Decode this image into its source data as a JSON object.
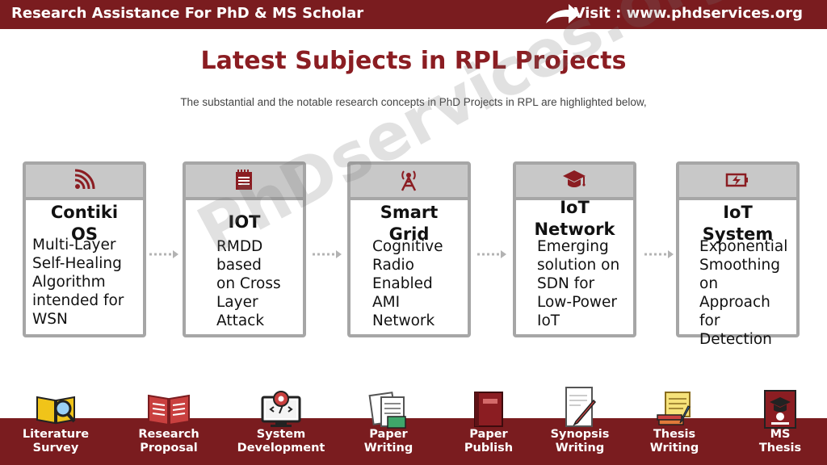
{
  "header": {
    "brand": "Research Assistance For PhD & MS Scholar",
    "visit": "Visit : www.phdservices.org"
  },
  "main": {
    "title": "Latest Subjects in RPL Projects",
    "subtitle": "The substantial and the notable research concepts in PhD Projects in RPL are highlighted below,"
  },
  "cards": [
    {
      "title_line1": "Contiki",
      "title_line2": "OS",
      "icon": "wifi-signal-icon",
      "desc": [
        "Multi-Layer",
        "Self-Healing",
        "Algorithm",
        "intended for",
        "WSN"
      ]
    },
    {
      "title_line1": "IOT",
      "title_line2": "",
      "icon": "notepad-icon",
      "desc": [
        "RMDD",
        "based",
        "on Cross",
        "Layer",
        "Attack"
      ]
    },
    {
      "title_line1": "Smart",
      "title_line2": "Grid",
      "icon": "radio-tower-icon",
      "desc": [
        "Cognitive",
        "Radio",
        "Enabled",
        "AMI",
        "Network"
      ]
    },
    {
      "title_line1": "IoT",
      "title_line2": "Network",
      "icon": "graduation-cap-icon",
      "desc": [
        "Emerging",
        "solution on",
        "SDN for",
        "Low-Power",
        "IoT"
      ]
    },
    {
      "title_line1": "IoT",
      "title_line2": "System",
      "icon": "battery-charging-icon",
      "desc": [
        "Exponential",
        "Smoothing",
        "on",
        "Approach",
        "for",
        "Detection"
      ]
    }
  ],
  "watermark": "PhDservices.org",
  "bottom_nav": [
    {
      "line1": "Literature",
      "line2": "Survey",
      "icon": "literature-survey-icon"
    },
    {
      "line1": "Research",
      "line2": "Proposal",
      "icon": "research-proposal-icon"
    },
    {
      "line1": "System",
      "line2": "Development",
      "icon": "system-development-icon"
    },
    {
      "line1": "Paper",
      "line2": "Writing",
      "icon": "paper-writing-icon"
    },
    {
      "line1": "Paper",
      "line2": "Publish",
      "icon": "paper-publish-icon"
    },
    {
      "line1": "Synopsis",
      "line2": "Writing",
      "icon": "synopsis-writing-icon"
    },
    {
      "line1": "Thesis",
      "line2": "Writing",
      "icon": "thesis-writing-icon"
    },
    {
      "line1": "MS",
      "line2": "Thesis",
      "icon": "ms-thesis-icon"
    }
  ],
  "colors": {
    "brand": "#7a1c1f",
    "title": "#8b1d22",
    "card_border": "#a6a6a6",
    "card_cap": "#c8c8c8"
  }
}
